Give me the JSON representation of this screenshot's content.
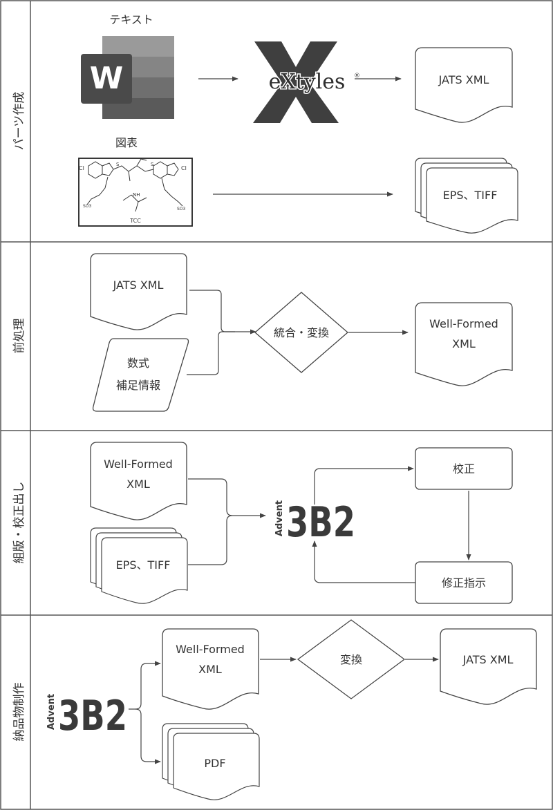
{
  "sections": [
    {
      "label": "パーツ作成"
    },
    {
      "label": "前処理"
    },
    {
      "label": "組版・校正出し"
    },
    {
      "label": "納品物制作"
    }
  ],
  "parts": {
    "text_label": "テキスト",
    "word_letter": "W",
    "figure_label": "図表",
    "extyles_logo": "eXtyles",
    "extyles_reg": "®",
    "jats_xml": "JATS XML",
    "eps_tiff": "EPS、TIFF",
    "molecule_caption": "TCC"
  },
  "preprocess": {
    "jats_xml": "JATS XML",
    "math_line1": "数式",
    "math_line2": "補足情報",
    "merge_convert": "統合・変換",
    "wellformed_line1": "Well-Formed",
    "wellformed_line2": "XML"
  },
  "typesetting": {
    "wellformed_line1": "Well-Formed",
    "wellformed_line2": "XML",
    "eps_tiff": "EPS、TIFF",
    "logo_main": "3B2",
    "logo_small": "Advent",
    "proof": "校正",
    "correction": "修正指示"
  },
  "deliverables": {
    "logo_main": "3B2",
    "logo_small": "Advent",
    "wellformed_line1": "Well-Formed",
    "wellformed_line2": "XML",
    "convert": "変換",
    "jats_xml": "JATS XML",
    "pdf": "PDF"
  }
}
